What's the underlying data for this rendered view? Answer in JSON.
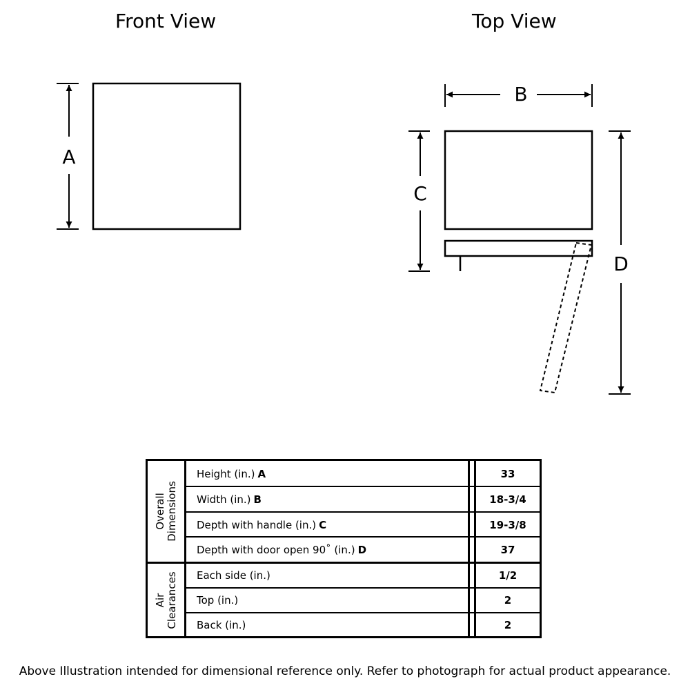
{
  "views": {
    "front_title": "Front View",
    "top_title": "Top View"
  },
  "dimension_letters": {
    "a": "A",
    "b": "B",
    "c": "C",
    "d": "D"
  },
  "table": {
    "overall": {
      "label_line1": "Overall",
      "label_line2": "Dimensions",
      "rows": [
        {
          "label": "Height (in.)",
          "letter": "A",
          "value": "33"
        },
        {
          "label": "Width (in.)",
          "letter": "B",
          "value": "18-3/4"
        },
        {
          "label": "Depth with handle (in.)",
          "letter": "C",
          "value": "19-3/8"
        },
        {
          "label": "Depth with door open 90˚ (in.)",
          "letter": "D",
          "value": "37"
        }
      ]
    },
    "clearances": {
      "label_line1": "Air",
      "label_line2": "Clearances",
      "rows": [
        {
          "label": "Each side (in.)",
          "value": "1/2"
        },
        {
          "label": "Top (in.)",
          "value": "2"
        },
        {
          "label": "Back (in.)",
          "value": "2"
        }
      ]
    }
  },
  "footer": "Above Illustration intended for dimensional reference only. Refer to photograph for actual product appearance."
}
